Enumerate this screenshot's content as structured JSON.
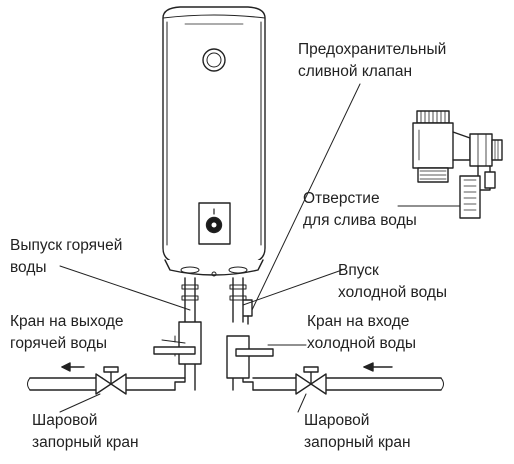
{
  "labels": {
    "safety_valve_line1": "Предохранительный",
    "safety_valve_line2": "сливной клапан",
    "drain_hole_line1": "Отверстие",
    "drain_hole_line2": "для слива воды",
    "hot_outlet_line1": "Выпуск горячей",
    "hot_outlet_line2": "воды",
    "cold_inlet_line1": "Впуск",
    "cold_inlet_line2": "холодной воды",
    "hot_tap_line1": "Кран на выходе",
    "hot_tap_line2": "горячей воды",
    "cold_tap_line1": "Кран на входе",
    "cold_tap_line2": "холодной воды",
    "ball_valve_left_line1": "Шаровой",
    "ball_valve_left_line2": "запорный кран",
    "ball_valve_right_line1": "Шаровой",
    "ball_valve_right_line2": "запорный кран"
  },
  "colors": {
    "line": "#222222",
    "background": "#ffffff",
    "tank_fill": "#ffffff",
    "knob_dark": "#1a1a1a"
  },
  "icons": {
    "flow_arrow": "arrow-left-icon",
    "valve": "ball-valve-icon",
    "thermostat": "thermostat-knob-icon"
  }
}
